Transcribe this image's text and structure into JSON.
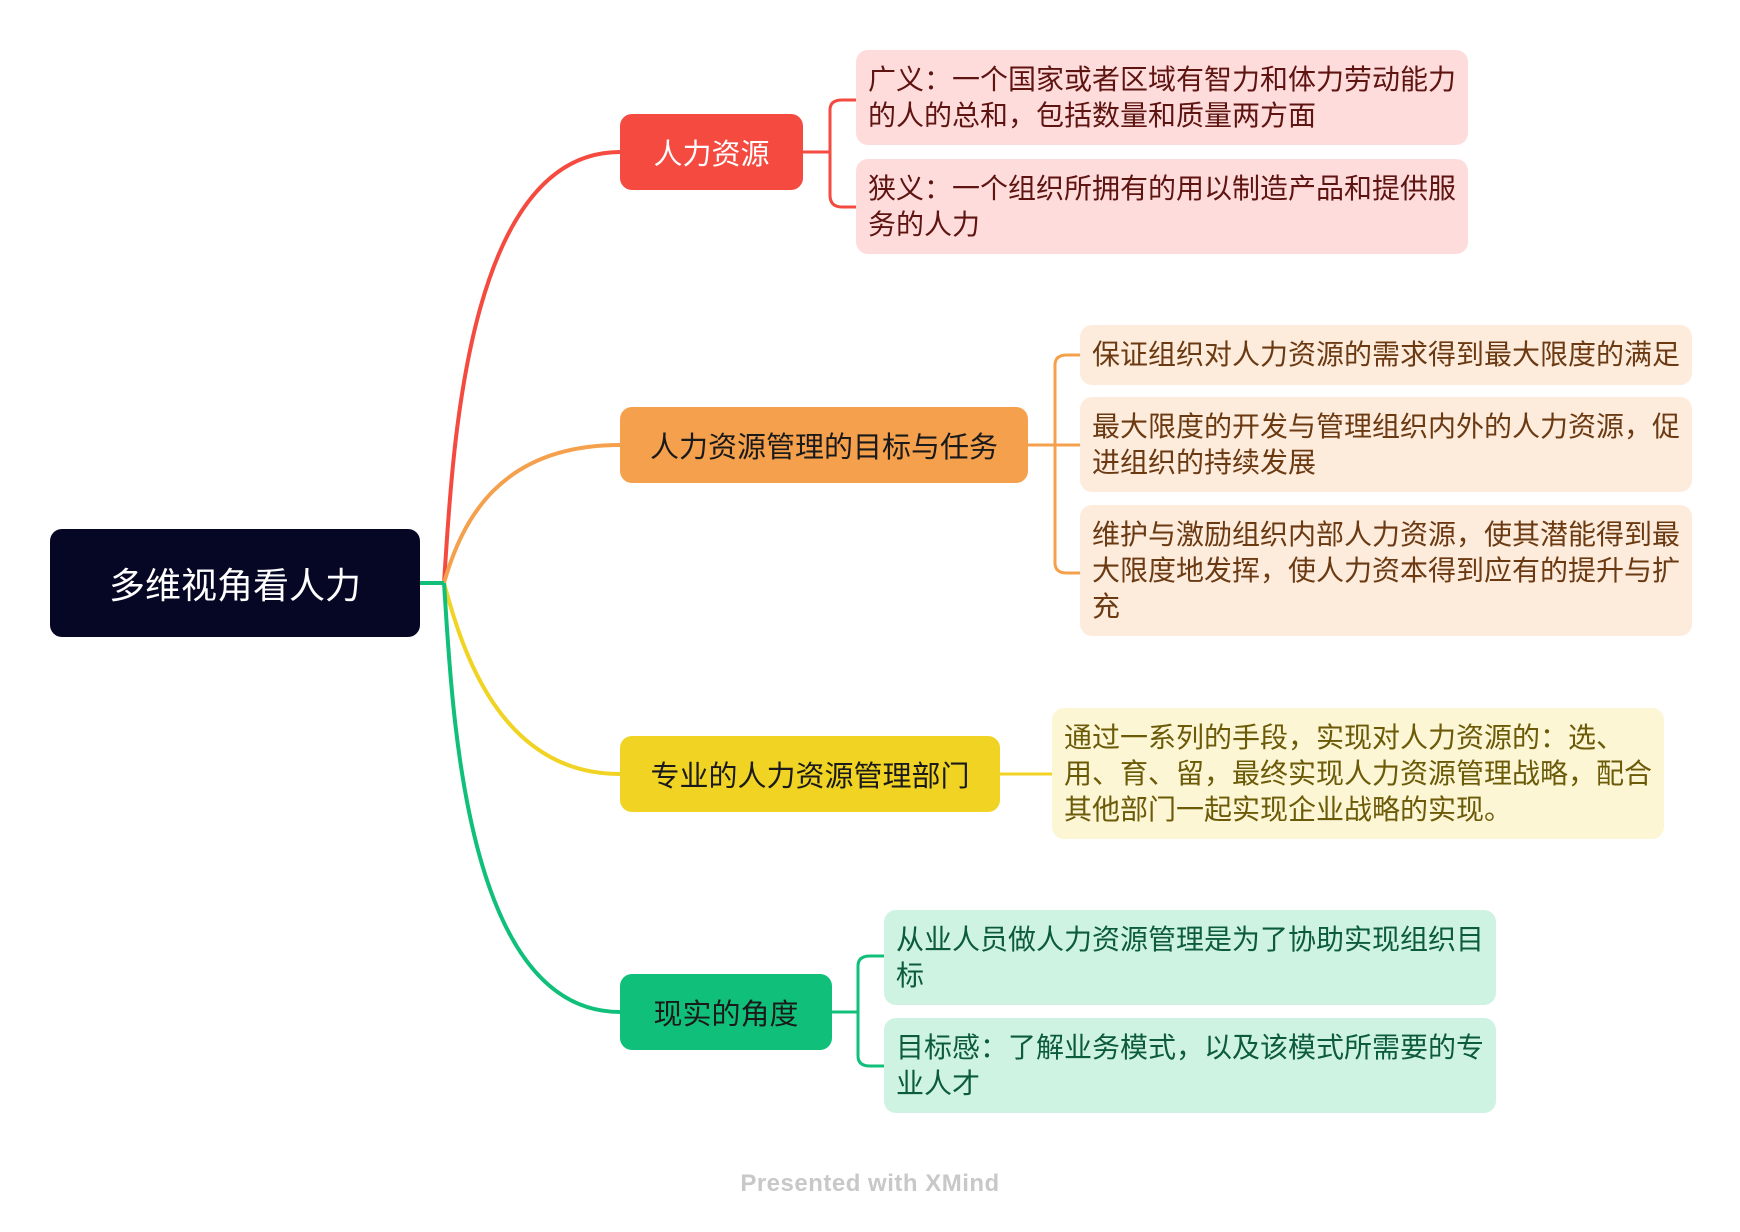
{
  "root": {
    "label": "多维视角看人力"
  },
  "branches": [
    {
      "label": "人力资源",
      "color": "#f44a40",
      "text_color": "#ffffff",
      "leaf_bg": "#ffdcdc",
      "leaf_text": "#5e1410",
      "leaves": [
        "广义：一个国家或者区域有智力和体力劳动能力的人的总和，包括数量和质量两方面",
        "狭义：一个组织所拥有的用以制造产品和提供服务的人力"
      ]
    },
    {
      "label": "人力资源管理的目标与任务",
      "color": "#f5a04c",
      "text_color": "#1a1a1a",
      "leaf_bg": "#fdebdc",
      "leaf_text": "#6b3a12",
      "leaves": [
        "保证组织对人力资源的需求得到最大限度的满足",
        "最大限度的开发与管理组织内外的人力资源，促进组织的持续发展",
        "维护与激励组织内部人力资源，使其潜能得到最大限度地发挥，使人力资本得到应有的提升与扩充"
      ]
    },
    {
      "label": "专业的人力资源管理部门",
      "color": "#f0d323",
      "text_color": "#1a1a1a",
      "leaf_bg": "#fcf6d4",
      "leaf_text": "#6b5a08",
      "leaves": [
        "通过一系列的手段，实现对人力资源的：选、用、育、留，最终实现人力资源管理战略，配合其他部门一起实现企业战略的实现。"
      ]
    },
    {
      "label": "现实的角度",
      "color": "#10c07a",
      "text_color": "#1a1a1a",
      "leaf_bg": "#cff3e3",
      "leaf_text": "#0c5b3b",
      "leaves": [
        "从业人员做人力资源管理是为了协助实现组织目标",
        "目标感：了解业务模式，以及该模式所需要的专业人才"
      ]
    }
  ],
  "watermark": "Presented with XMind"
}
